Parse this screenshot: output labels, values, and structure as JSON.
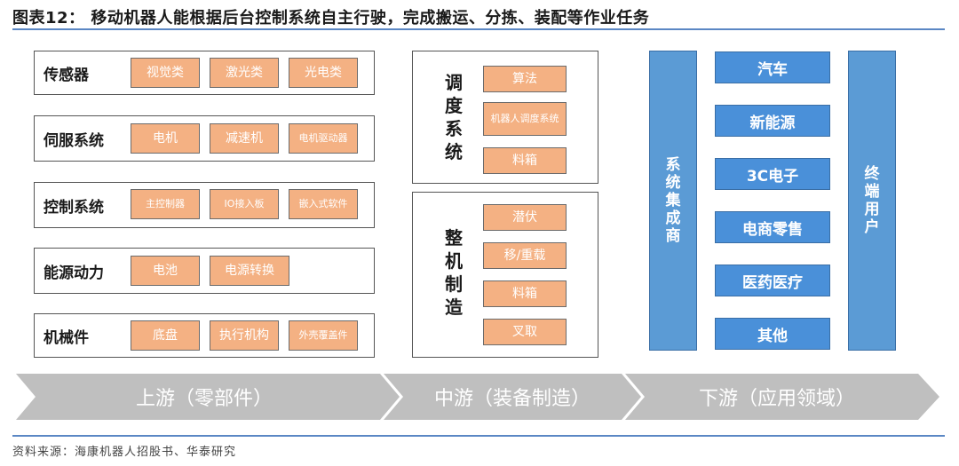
{
  "title": "图表12：  移动机器人能根据后台控制系统自主行驶，完成搬运、分拣、装配等作业任务",
  "source": "资料来源：海康机器人招股书、华泰研究",
  "upstream": {
    "rows": [
      {
        "label": "传感器",
        "items": [
          "视觉类",
          "激光类",
          "光电类"
        ]
      },
      {
        "label": "伺服系统",
        "items": [
          "电机",
          "减速机",
          "电机驱动器"
        ]
      },
      {
        "label": "控制系统",
        "items": [
          "主控制器",
          "IO接入板",
          "嵌入式软件"
        ]
      },
      {
        "label": "能源动力",
        "items": [
          "电池",
          "电源转换"
        ]
      },
      {
        "label": "机械件",
        "items": [
          "底盘",
          "执行机构",
          "外壳覆盖件"
        ]
      }
    ]
  },
  "midstream": {
    "dispatch": {
      "label": "调度系统",
      "items": [
        "算法",
        "机器人调度系统",
        "料箱"
      ]
    },
    "manufacture": {
      "label": "整机制造",
      "items": [
        "潜伏",
        "移/重载",
        "料箱",
        "叉取"
      ]
    }
  },
  "downstream": {
    "integrator": "系统集成商",
    "end_user": "终端用户",
    "industries": [
      "汽车",
      "新能源",
      "3C电子",
      "电商零售",
      "医药医疗",
      "其他"
    ]
  },
  "stages": [
    "上游（零部件）",
    "中游（装备制造）",
    "下游（应用领域）"
  ],
  "colors": {
    "chip_fill": "#f4b183",
    "blue_column": "#5b9bd5",
    "blue_item": "#4a90d9",
    "arrow_fill": "#bfbfbf",
    "rule": "#5b87c4"
  }
}
